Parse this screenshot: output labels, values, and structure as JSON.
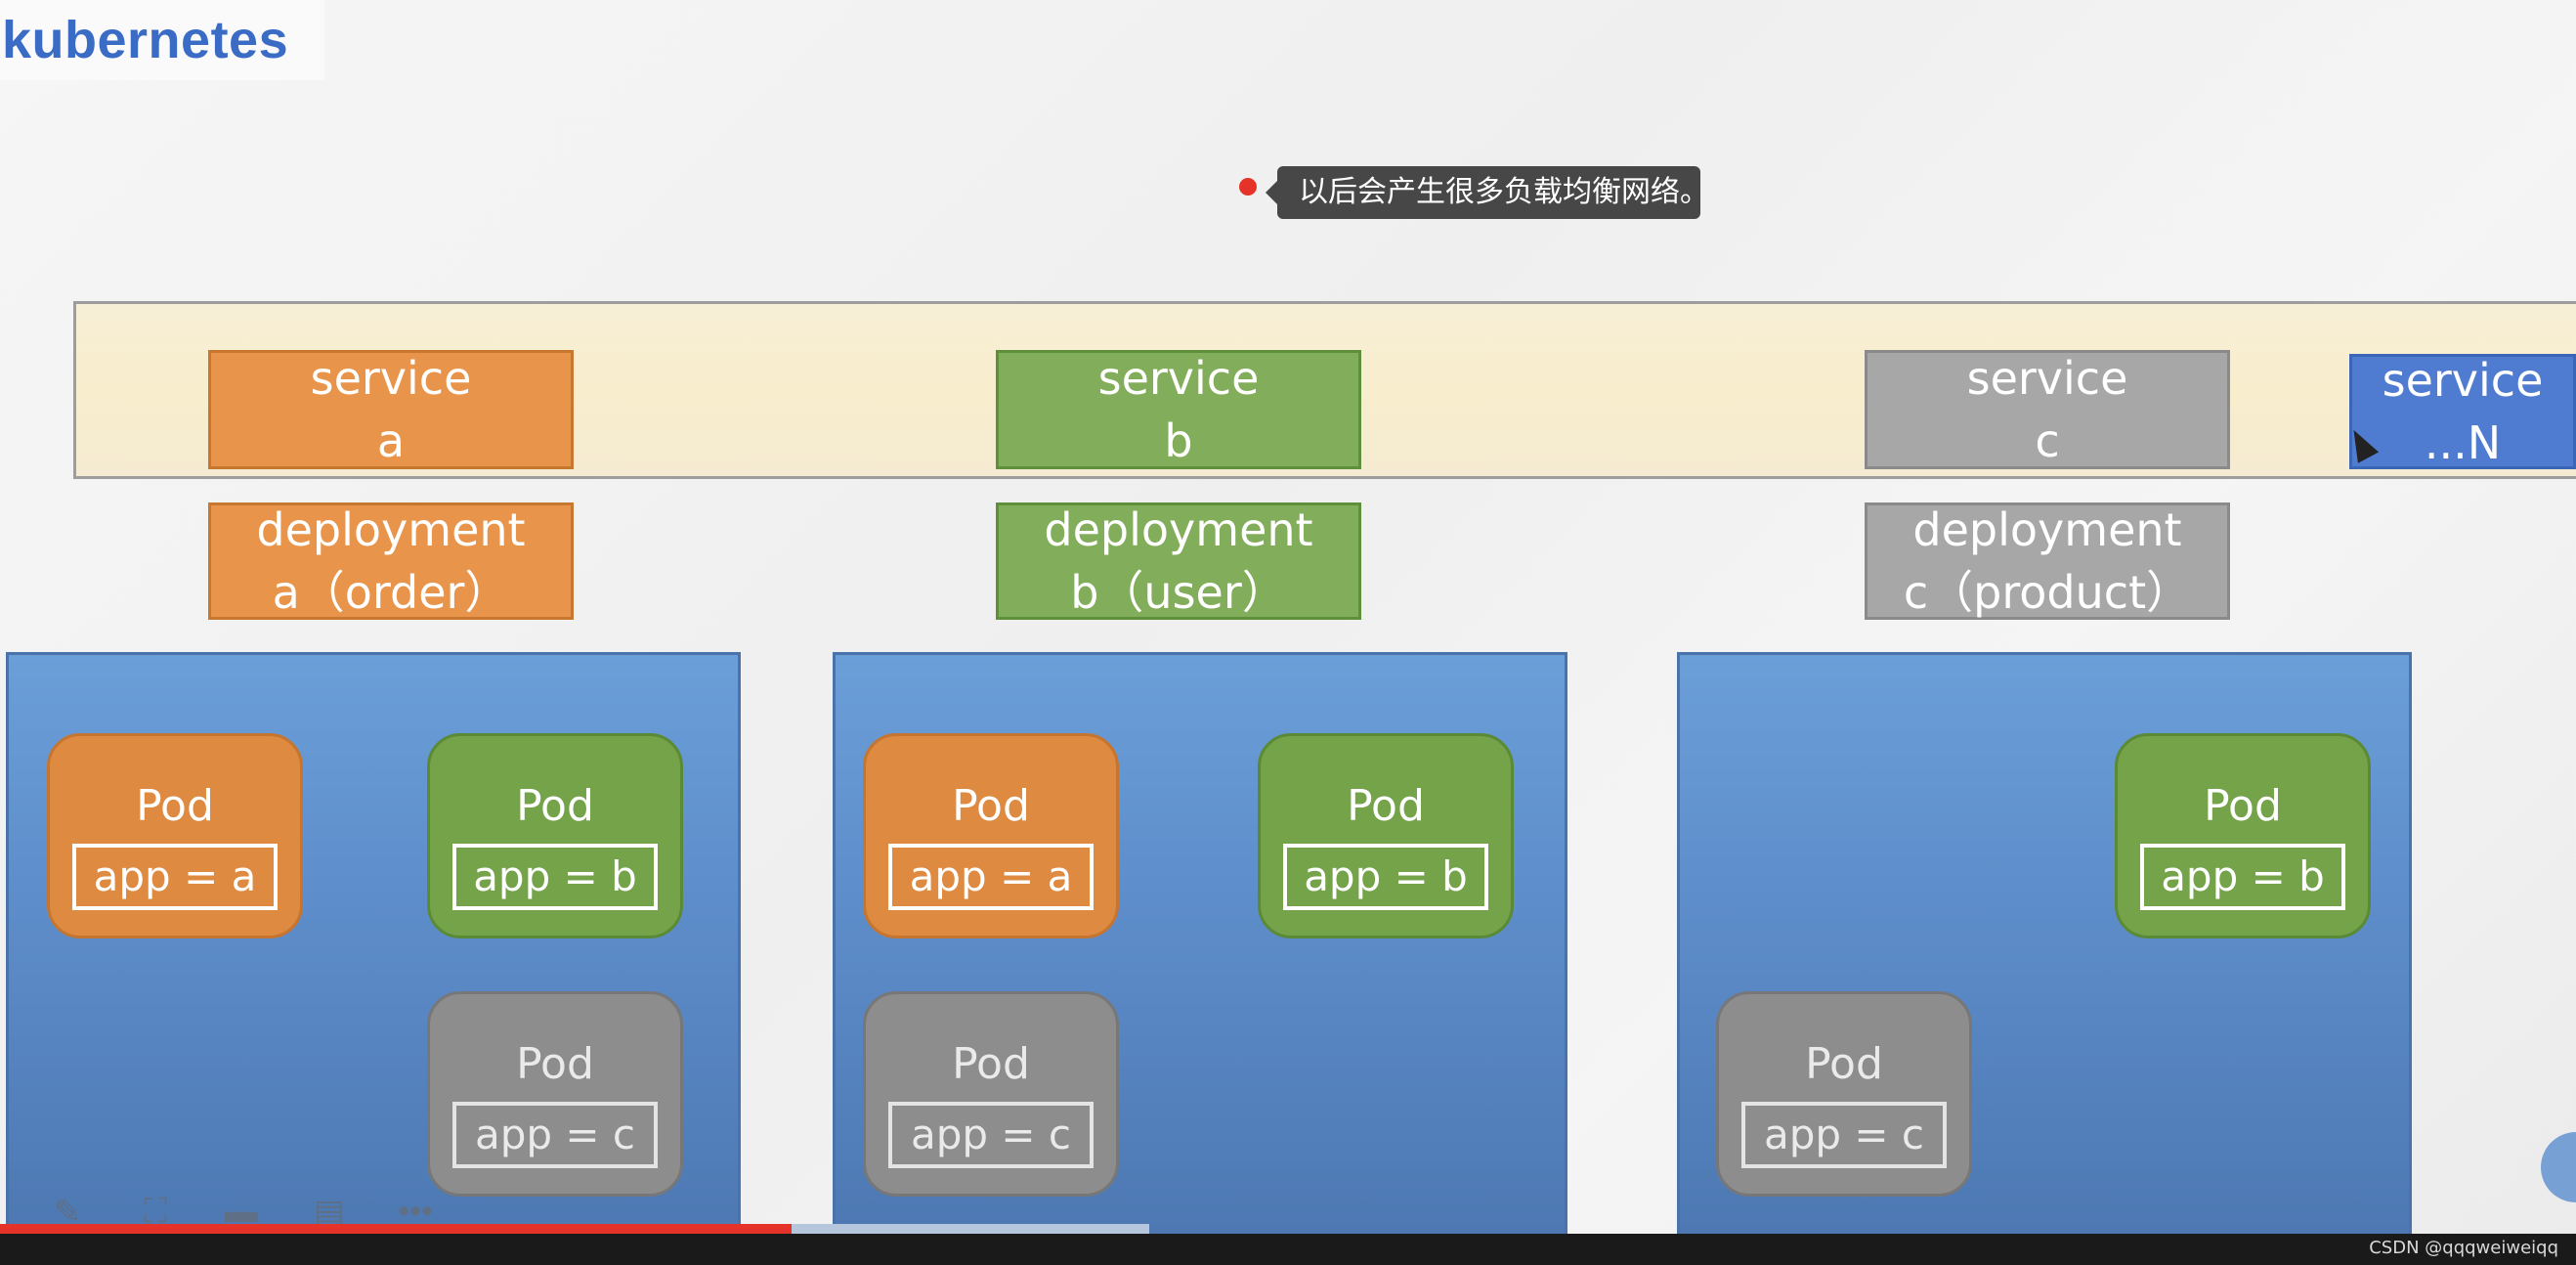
{
  "logo": "kubernetes",
  "tooltip": "以后会产生很多负载均衡网络。",
  "services": [
    {
      "line1": "service",
      "line2": "a"
    },
    {
      "line1": "service",
      "line2": "b"
    },
    {
      "line1": "service",
      "line2": "c"
    },
    {
      "line1": "service",
      "line2": "...N"
    }
  ],
  "deployments": [
    {
      "line1": "deployment",
      "line2": "a（order）"
    },
    {
      "line1": "deployment",
      "line2": "b（user）"
    },
    {
      "line1": "deployment",
      "line2": "c（product）"
    }
  ],
  "pods": [
    {
      "title": "Pod",
      "label": "app = a"
    },
    {
      "title": "Pod",
      "label": "app = b"
    },
    {
      "title": "Pod",
      "label": "app = c"
    },
    {
      "title": "Pod",
      "label": "app = a"
    },
    {
      "title": "Pod",
      "label": "app = b"
    },
    {
      "title": "Pod",
      "label": "app = c"
    },
    {
      "title": "Pod",
      "label": "app = b"
    },
    {
      "title": "Pod",
      "label": "app = c"
    }
  ],
  "credit": "CSDN @qqqweiweiqq",
  "colors": {
    "orange": "#e8944a",
    "green": "#82ad5a",
    "gray": "#a7a7a7",
    "blue": "#4f7bd0",
    "node": "#5e8ecb",
    "progress": "#e5332a"
  },
  "toolbar_icons": [
    "pen-icon",
    "screenshot-icon",
    "camera-icon",
    "note-icon",
    "more-icon"
  ]
}
